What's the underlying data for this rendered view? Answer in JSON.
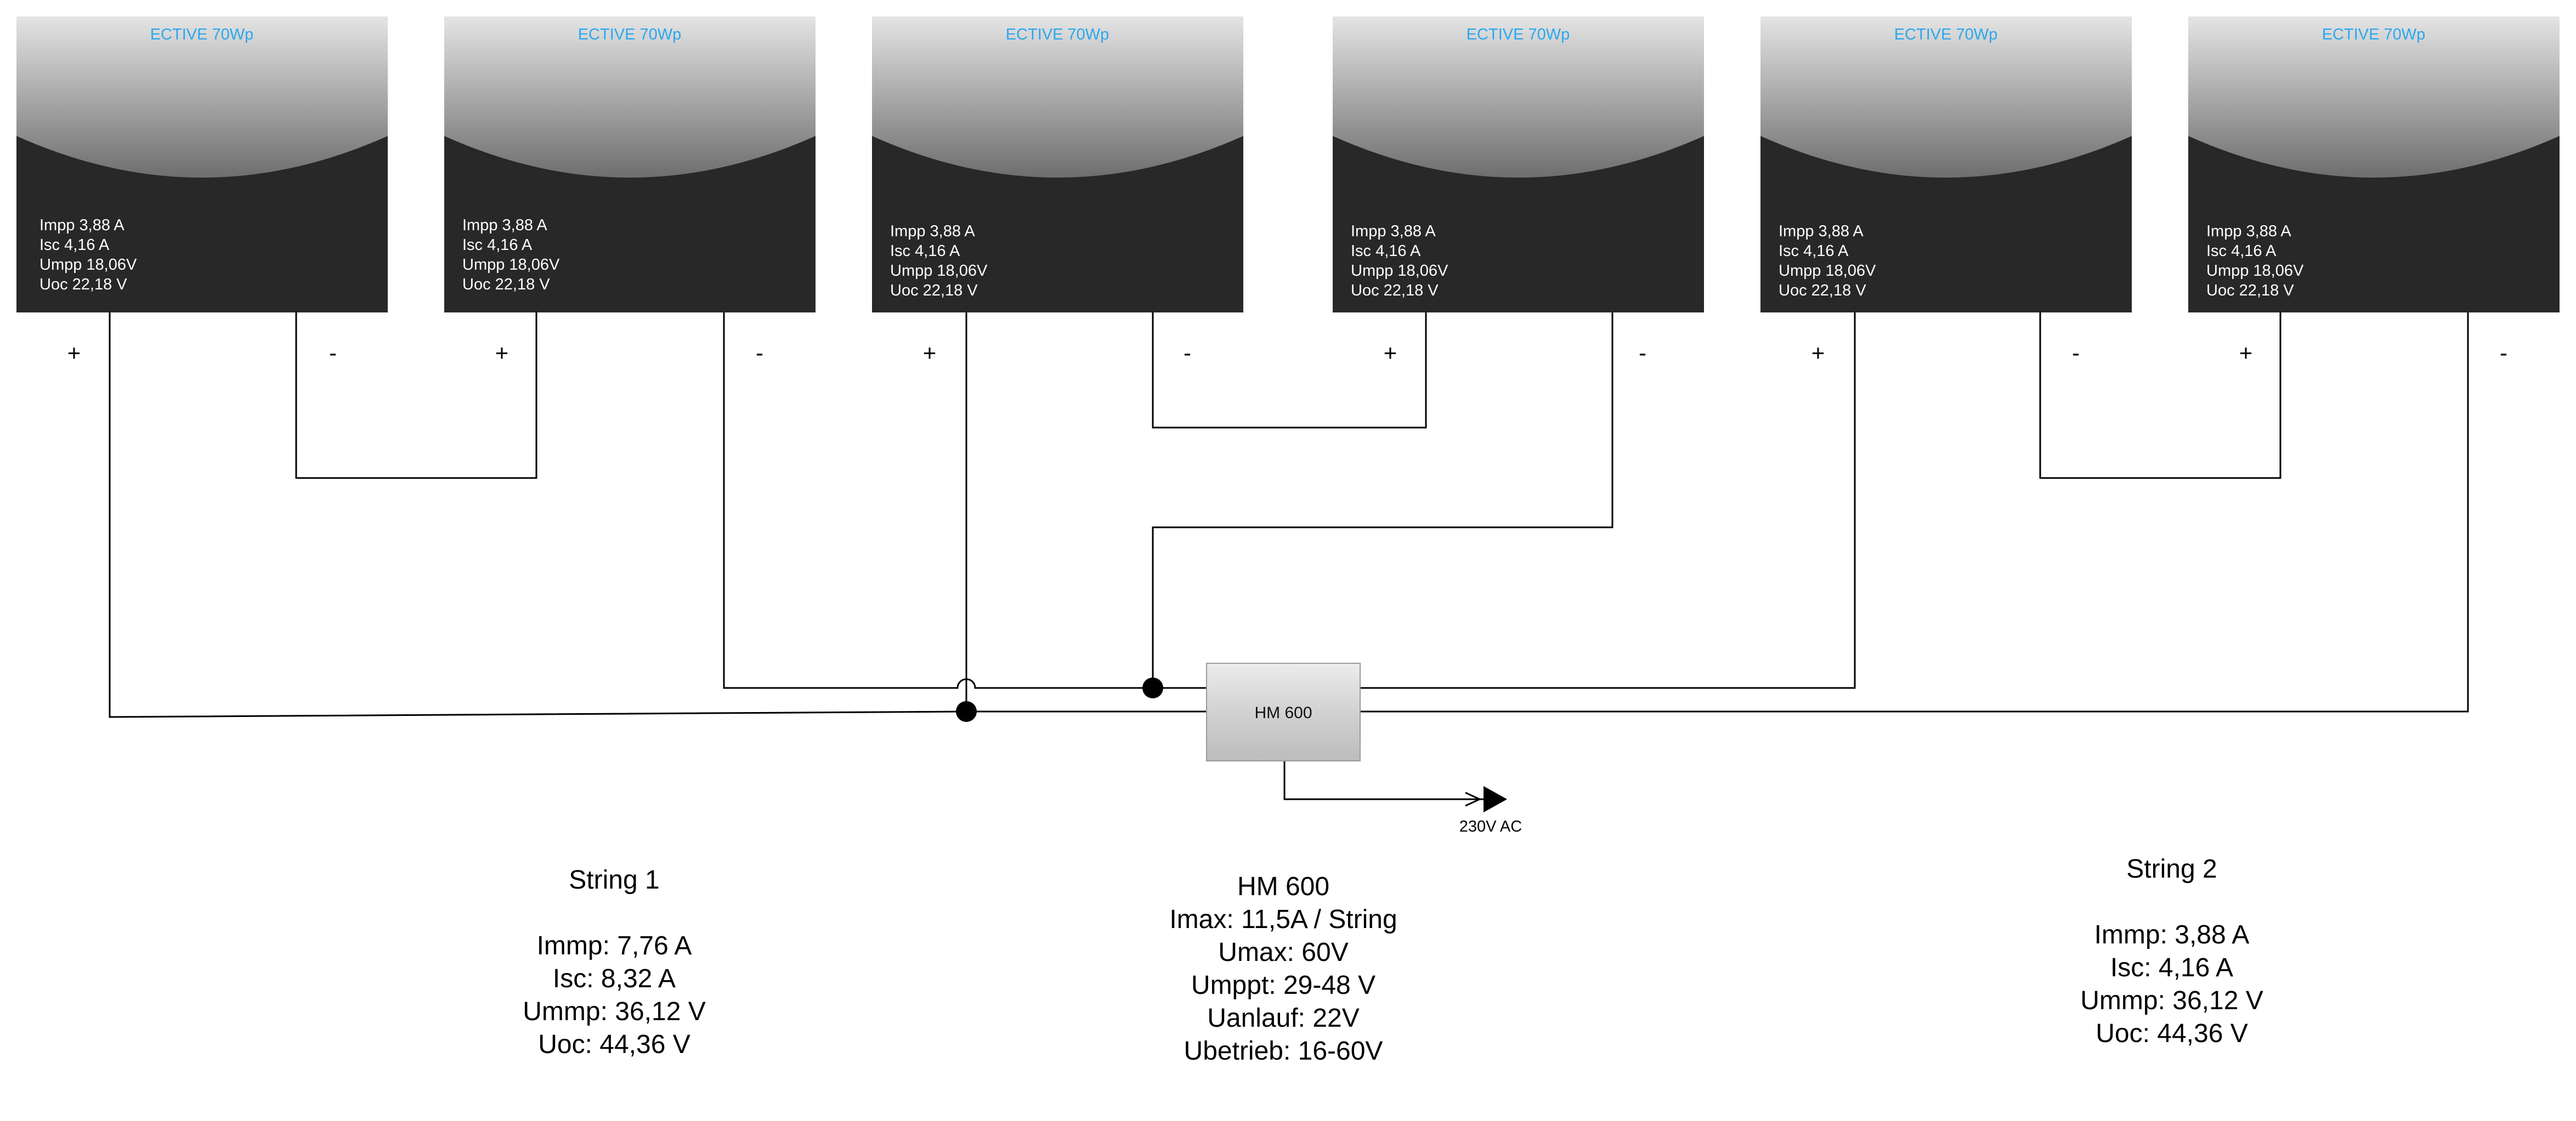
{
  "panels": [
    {
      "title": "ECTIVE 70Wp",
      "impp": "Impp 3,88 A",
      "isc": "Isc 4,16 A",
      "umpp": "Umpp 18,06V",
      "uoc": "Uoc 22,18 V",
      "plus": "+",
      "minus": "-"
    },
    {
      "title": "ECTIVE 70Wp",
      "impp": "Impp 3,88 A",
      "isc": "Isc 4,16 A",
      "umpp": "Umpp 18,06V",
      "uoc": "Uoc 22,18 V",
      "plus": "+",
      "minus": "-"
    },
    {
      "title": "ECTIVE 70Wp",
      "impp": "Impp 3,88 A",
      "isc": "Isc 4,16 A",
      "umpp": "Umpp 18,06V",
      "uoc": "Uoc 22,18 V",
      "plus": "+",
      "minus": "-"
    },
    {
      "title": "ECTIVE 70Wp",
      "impp": "Impp 3,88 A",
      "isc": "Isc 4,16 A",
      "umpp": "Umpp 18,06V",
      "uoc": "Uoc 22,18 V",
      "plus": "+",
      "minus": "-"
    },
    {
      "title": "ECTIVE 70Wp",
      "impp": "Impp 3,88 A",
      "isc": "Isc 4,16 A",
      "umpp": "Umpp 18,06V",
      "uoc": "Uoc 22,18 V",
      "plus": "+",
      "minus": "-"
    },
    {
      "title": "ECTIVE 70Wp",
      "impp": "Impp 3,88 A",
      "isc": "Isc 4,16 A",
      "umpp": "Umpp 18,06V",
      "uoc": "Uoc 22,18 V",
      "plus": "+",
      "minus": "-"
    }
  ],
  "inverter": {
    "label": "HM 600"
  },
  "ac_output": {
    "label": "230V AC"
  },
  "string1": {
    "lines": [
      "String 1",
      "",
      "Immp: 7,76 A",
      "Isc: 8,32 A",
      "Ummp: 36,12 V",
      "Uoc: 44,36 V"
    ]
  },
  "inverter_specs": {
    "lines": [
      "HM 600",
      "Imax: 11,5A / String",
      "Umax: 60V",
      "Umppt: 29-48 V",
      "Uanlauf: 22V",
      "Ubetrieb: 16-60V"
    ]
  },
  "string2": {
    "lines": [
      "String 2",
      "",
      "Immp: 3,88 A",
      "Isc: 4,16 A",
      "Ummp: 36,12 V",
      "Uoc: 44,36 V"
    ]
  },
  "colors": {
    "panel_dark": "#282828",
    "panel_light": "#e2e2e2",
    "title": "#2aa7ee",
    "inverter": "#c8c8c8",
    "wire": "#000000"
  }
}
